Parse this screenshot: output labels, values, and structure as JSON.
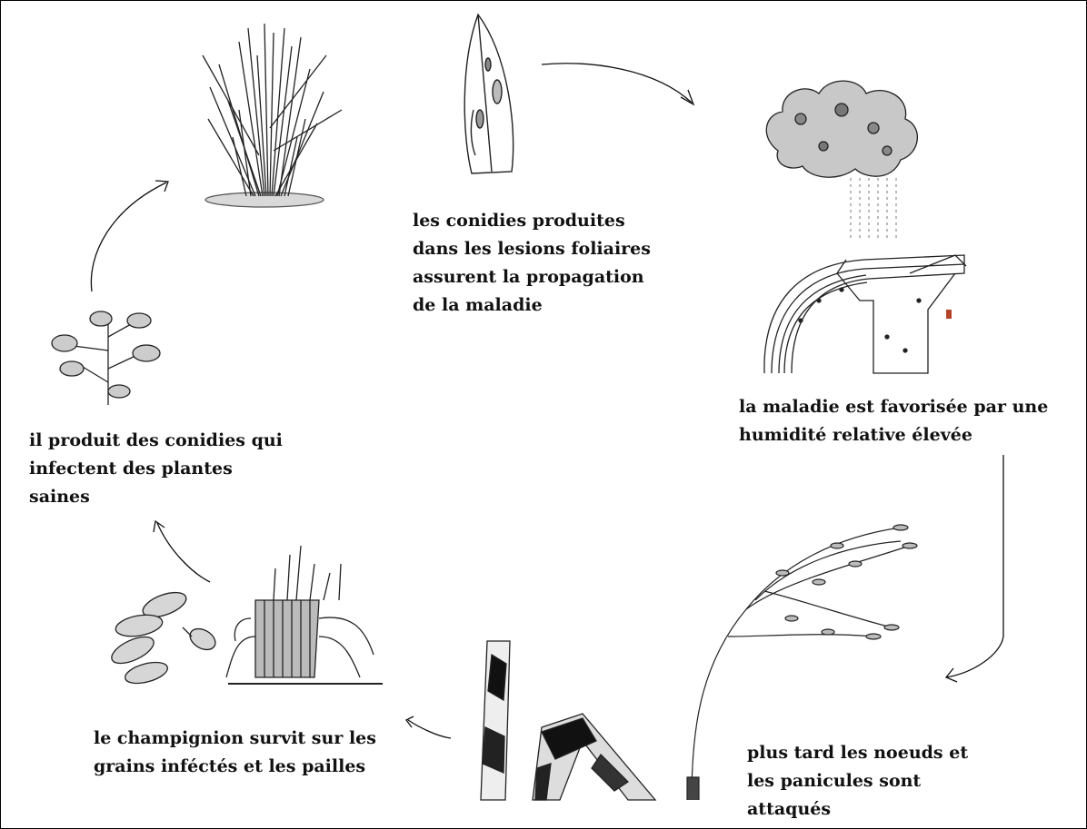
{
  "stages": {
    "conidia": [
      "les conidies produites",
      "dans les lesions foliaires",
      "assurent la propagation",
      "de la maladie"
    ],
    "humidity": [
      "la maladie est favorisée par une",
      "humidité relative élevée"
    ],
    "panicles": [
      "plus tard les noeuds et",
      "les panicules sont",
      "attaqués"
    ],
    "survival": [
      "le champignion survit sur les",
      "grains inféctés et les pailles"
    ],
    "infection": [
      "il produit des conidies qui",
      "infectent des plantes",
      "saines"
    ]
  },
  "illustrations": {
    "plant": "rice-plant-illustration",
    "leaf": "infected-leaf-illustration",
    "cloud": "rain-cloud-illustration",
    "stem": "infected-stem-illustration",
    "panicle": "panicle-illustration",
    "node": "infected-node-illustration",
    "grains": "infected-grains-illustration",
    "straw": "infected-straw-illustration",
    "conidiophore": "conidiophore-illustration"
  }
}
